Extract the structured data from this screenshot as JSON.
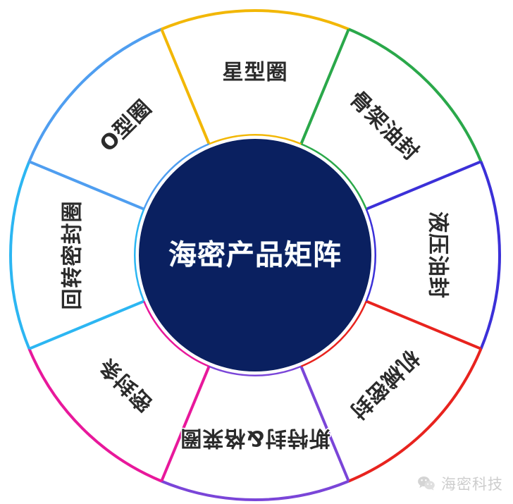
{
  "diagram": {
    "type": "radial-donut",
    "center_label": "海密产品矩阵",
    "center_color": "#0a2060",
    "center_text_color": "#ffffff",
    "segment_count": 8,
    "segments": [
      {
        "label": "骨架油封",
        "color": "#2aa84a",
        "start_deg": -67.5,
        "end_deg": -22.5
      },
      {
        "label": "液压油封",
        "color": "#3b30d8",
        "start_deg": -22.5,
        "end_deg": 22.5
      },
      {
        "label": "机械密封",
        "color": "#e8231e",
        "start_deg": 22.5,
        "end_deg": 67.5
      },
      {
        "label": "斯特封&格莱圈",
        "color": "#7a45d8",
        "start_deg": 67.5,
        "end_deg": 112.5
      },
      {
        "label": "密封条",
        "color": "#e8189b",
        "start_deg": 112.5,
        "end_deg": 157.5
      },
      {
        "label": "回转密封圈",
        "color": "#2cb6f2",
        "start_deg": 157.5,
        "end_deg": 202.5
      },
      {
        "label": "O型圈",
        "color": "#4f9ef0",
        "start_deg": 202.5,
        "end_deg": 247.5
      },
      {
        "label": "星型圈",
        "color": "#f2b705",
        "start_deg": 247.5,
        "end_deg": 292.5
      }
    ]
  },
  "watermark": {
    "icon": "wechat-icon",
    "text": "海密科技"
  }
}
